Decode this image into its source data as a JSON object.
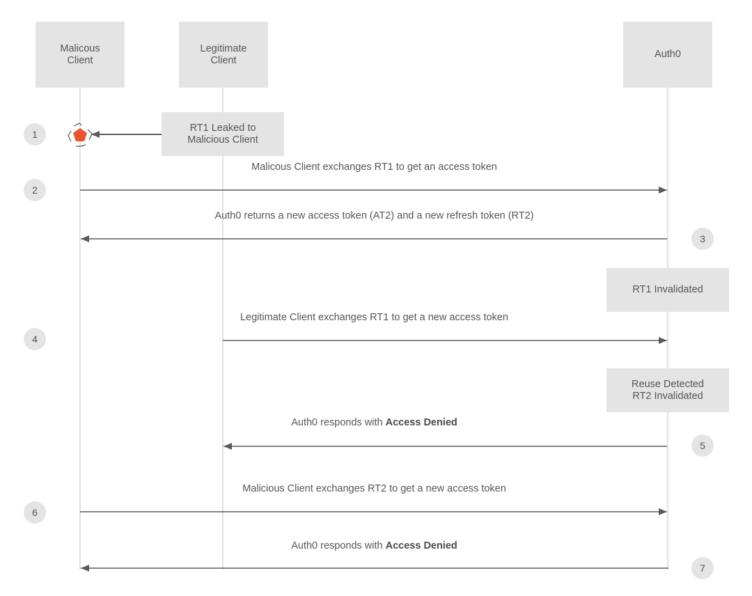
{
  "actors": {
    "malicious": {
      "line1": "Malicous",
      "line2": "Client"
    },
    "legitimate": {
      "line1": "Legitimate",
      "line2": "Client"
    },
    "auth0": {
      "label": "Auth0"
    }
  },
  "notes": {
    "leaked": {
      "line1": "RT1 Leaked to",
      "line2": "Malicious Client"
    },
    "rt1_invalidated": {
      "line1": "RT1 Invalidated"
    },
    "reuse": {
      "line1": "Reuse Detected",
      "line2": "RT2 Invalidated"
    }
  },
  "steps": [
    "1",
    "2",
    "3",
    "4",
    "5",
    "6",
    "7"
  ],
  "messages": {
    "m2": {
      "text": "Malicous Client exchanges RT1 to get an access token"
    },
    "m3": {
      "text": "Auth0 returns a new access token (AT2) and a new refresh token (RT2)"
    },
    "m4": {
      "text": "Legitimate Client exchanges RT1 to get a new access token"
    },
    "m5": {
      "prefix": "Auth0 responds with ",
      "bold": "Access Denied"
    },
    "m6": {
      "text": "Malicious Client exchanges RT2 to get a new access token"
    },
    "m7": {
      "prefix": "Auth0 responds with ",
      "bold": "Access Denied"
    }
  },
  "colors": {
    "alert": "#e8542b",
    "line": "#5b5b5b",
    "box": "#e4e4e4"
  },
  "icons": {
    "leak": "alert-pentagon-icon"
  }
}
